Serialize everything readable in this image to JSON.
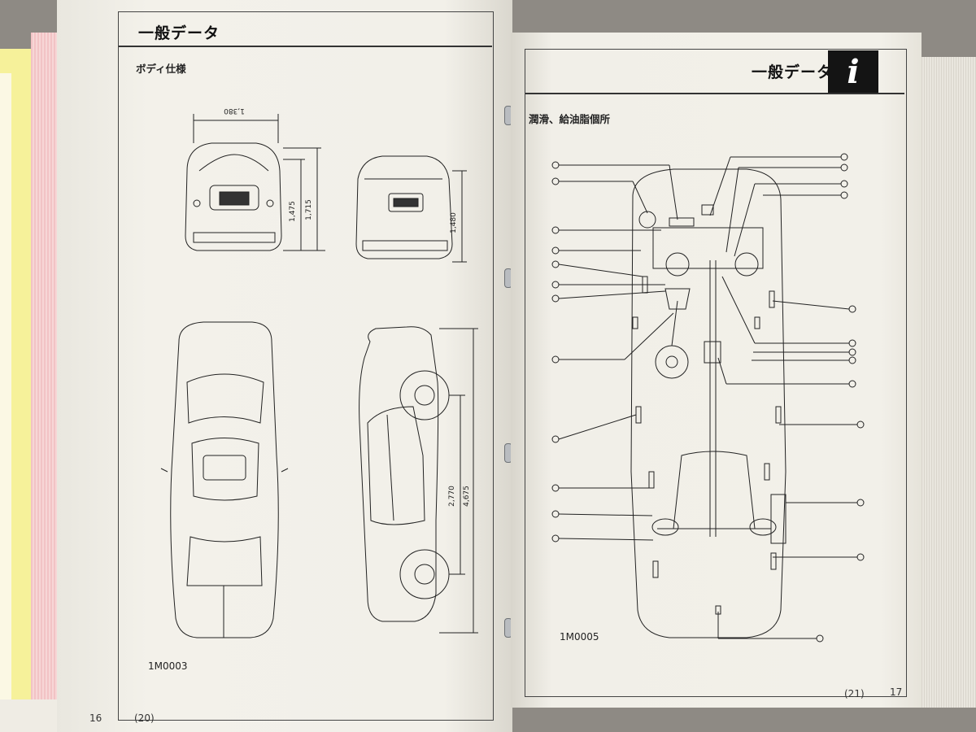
{
  "left_page": {
    "header": "一般データ",
    "section": "ボディ仕様",
    "figure_code": "1M0003",
    "page_number": "16",
    "page_ref": "(20)",
    "dimensions": {
      "front_width": "1,380",
      "front_height_1": "1,475",
      "front_height_2": "1,715",
      "rear_height": "1,480",
      "wheelbase": "2,770",
      "length": "4,675"
    }
  },
  "right_page": {
    "header": "一般データ",
    "header_badge": "i",
    "section": "潤滑、給油脂個所",
    "figure_code": "1M0005",
    "page_number": "17",
    "page_ref": "(21)"
  }
}
